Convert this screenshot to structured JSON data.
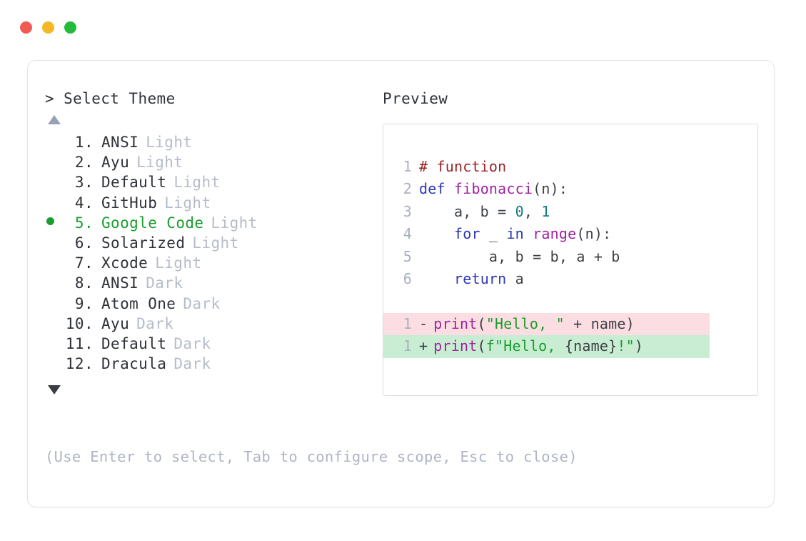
{
  "window": {
    "controls": [
      {
        "name": "close",
        "color": "#F05A52"
      },
      {
        "name": "minimize",
        "color": "#F5B723"
      },
      {
        "name": "maximize",
        "color": "#22BB3C"
      }
    ]
  },
  "picker": {
    "caret": ">",
    "title": "Select Theme",
    "scroll_up_icon": "triangle-up-icon",
    "scroll_down_icon": "triangle-down-icon",
    "selected_index": 5,
    "selected_bullet": "●",
    "accent_color": "#1A9E2E",
    "variant_color": "#B6BCCA",
    "items": [
      {
        "index": "1.",
        "name": "ANSI",
        "variant": "Light",
        "selected": false
      },
      {
        "index": "2.",
        "name": "Ayu",
        "variant": "Light",
        "selected": false
      },
      {
        "index": "3.",
        "name": "Default",
        "variant": "Light",
        "selected": false
      },
      {
        "index": "4.",
        "name": "GitHub",
        "variant": "Light",
        "selected": false
      },
      {
        "index": "5.",
        "name": "Google Code",
        "variant": "Light",
        "selected": true
      },
      {
        "index": "6.",
        "name": "Solarized",
        "variant": "Light",
        "selected": false
      },
      {
        "index": "7.",
        "name": "Xcode",
        "variant": "Light",
        "selected": false
      },
      {
        "index": "8.",
        "name": "ANSI",
        "variant": "Dark",
        "selected": false
      },
      {
        "index": "9.",
        "name": "Atom One",
        "variant": "Dark",
        "selected": false
      },
      {
        "index": "10.",
        "name": "Ayu",
        "variant": "Dark",
        "selected": false
      },
      {
        "index": "11.",
        "name": "Default",
        "variant": "Dark",
        "selected": false
      },
      {
        "index": "12.",
        "name": "Dracula",
        "variant": "Dark",
        "selected": false
      }
    ]
  },
  "hint": "(Use Enter to select, Tab to configure scope, Esc to close)",
  "preview": {
    "title": "Preview",
    "code_lines": [
      {
        "num": "1",
        "tokens": [
          {
            "t": "# function",
            "c": "comment"
          }
        ]
      },
      {
        "num": "2",
        "tokens": [
          {
            "t": "def ",
            "c": "kw"
          },
          {
            "t": "fibonacci",
            "c": "fn"
          },
          {
            "t": "(n):",
            "c": "punc"
          }
        ]
      },
      {
        "num": "3",
        "tokens": [
          {
            "t": "    a, b = ",
            "c": "plain"
          },
          {
            "t": "0",
            "c": "num"
          },
          {
            "t": ", ",
            "c": "plain"
          },
          {
            "t": "1",
            "c": "num"
          }
        ]
      },
      {
        "num": "4",
        "tokens": [
          {
            "t": "    ",
            "c": "plain"
          },
          {
            "t": "for",
            "c": "kw"
          },
          {
            "t": " _ ",
            "c": "plain"
          },
          {
            "t": "in",
            "c": "kw"
          },
          {
            "t": " ",
            "c": "plain"
          },
          {
            "t": "range",
            "c": "fn"
          },
          {
            "t": "(n):",
            "c": "punc"
          }
        ]
      },
      {
        "num": "5",
        "tokens": [
          {
            "t": "        a, b = b, a + b",
            "c": "plain"
          }
        ]
      },
      {
        "num": "6",
        "tokens": [
          {
            "t": "    ",
            "c": "plain"
          },
          {
            "t": "return",
            "c": "kw"
          },
          {
            "t": " a",
            "c": "plain"
          }
        ]
      }
    ],
    "diff_lines": [
      {
        "num": "1",
        "sign": "-",
        "kind": "del",
        "tokens": [
          {
            "t": "print",
            "c": "fn"
          },
          {
            "t": "(",
            "c": "punc"
          },
          {
            "t": "\"Hello, \"",
            "c": "str"
          },
          {
            "t": " + name)",
            "c": "plain"
          }
        ]
      },
      {
        "num": "1",
        "sign": "+",
        "kind": "add",
        "tokens": [
          {
            "t": "print",
            "c": "fn"
          },
          {
            "t": "(",
            "c": "punc"
          },
          {
            "t": "f\"Hello, ",
            "c": "str"
          },
          {
            "t": "{name}",
            "c": "plain"
          },
          {
            "t": "!\"",
            "c": "str"
          },
          {
            "t": ")",
            "c": "punc"
          }
        ]
      }
    ],
    "diff_del_bg": "#FBDDE2",
    "diff_add_bg": "#C9EDD3"
  }
}
